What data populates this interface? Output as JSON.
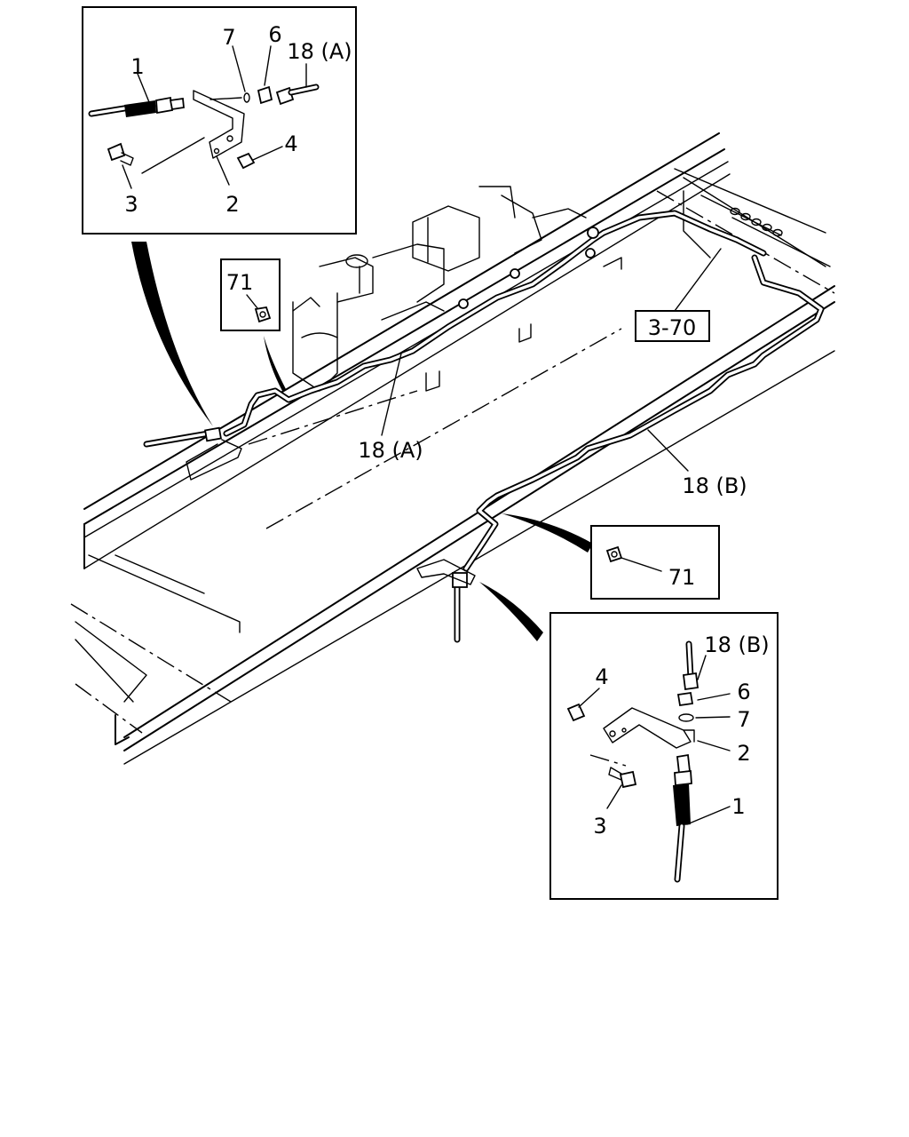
{
  "callouts": {
    "detail_a": {
      "hose": "1",
      "bracket": "2",
      "bolt": "3",
      "nut": "4",
      "nut_6": "6",
      "washer": "7",
      "pipe": "18 (A)"
    },
    "detail_b": {
      "pipe": "18 (B)",
      "nut": "4",
      "nut_6": "6",
      "washer": "7",
      "bracket": "2",
      "hose": "1",
      "bolt": "3"
    },
    "clip_upper": "71",
    "clip_lower": "71",
    "main": {
      "ref": "3-70",
      "pipe_a": "18 (A)",
      "pipe_b": "18 (B)"
    }
  }
}
